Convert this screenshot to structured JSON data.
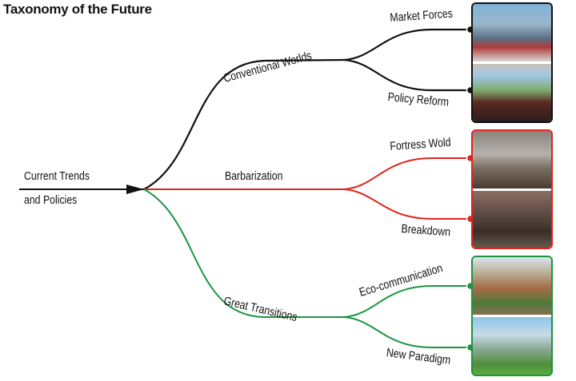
{
  "title": "Taxonomy of the Future",
  "root": {
    "line1": "Current Trends",
    "line2": "and Policies"
  },
  "branches": [
    {
      "label": "Conventional Worlds",
      "color": "#111111",
      "leaves": [
        "Market Forces",
        "Policy Reform"
      ]
    },
    {
      "label": "Barbarization",
      "color": "#e0241b",
      "leaves": [
        "Fortress Wold",
        "Breakdown"
      ]
    },
    {
      "label": "Great Transitions",
      "color": "#1a9640",
      "leaves": [
        "Eco-communication",
        "New Paradigm"
      ]
    }
  ]
}
